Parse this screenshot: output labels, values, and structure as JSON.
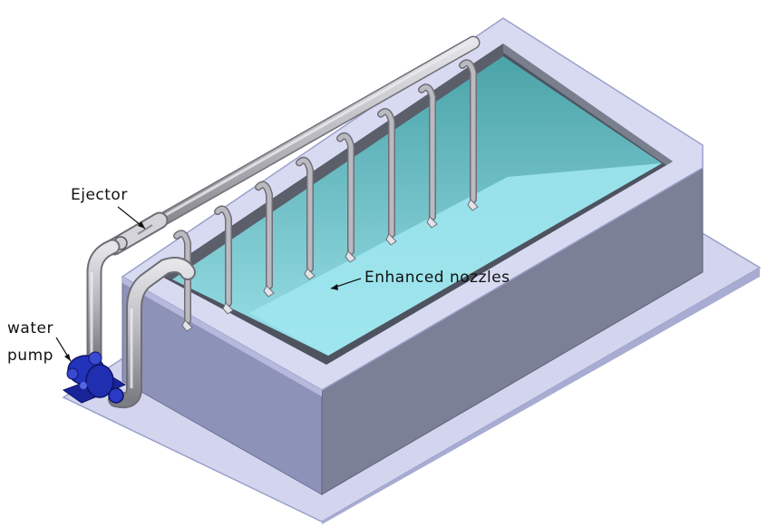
{
  "labels": {
    "ejector": "Ejector",
    "pump_line1": "water",
    "pump_line2": "pump",
    "nozzles": "Enhanced nozzles"
  },
  "colors": {
    "base_plate": "#d3d5ee",
    "base_edge": "#9aa0c8",
    "rim_top": "#d8daf2",
    "tank_front": "#8d93b8",
    "tank_side": "#7b8097",
    "inner_wall_back": "#4e5360",
    "water_surface": "#9ee6ee",
    "water_back": "#3f9ea2",
    "pipe": "#b9b9bf",
    "pipe_shade": "#7e7e86",
    "pump": "#1f2fb0"
  },
  "nozzle_count": 8
}
